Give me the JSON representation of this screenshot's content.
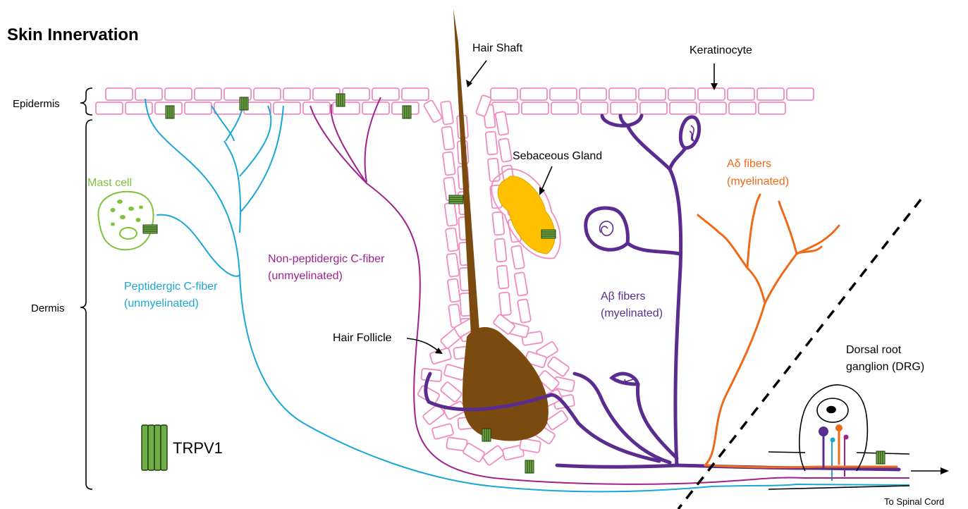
{
  "title": "Skin Innervation",
  "layers": {
    "epidermis": "Epidermis",
    "dermis": "Dermis"
  },
  "labels": {
    "hair_shaft": "Hair Shaft",
    "keratinocyte": "Keratinocyte",
    "sebaceous_gland": "Sebaceous Gland",
    "mast_cell": "Mast cell",
    "hair_follicle": "Hair Follicle",
    "peptidergic_line1": "Peptidergic C-fiber",
    "peptidergic_line2": "(unmyelinated)",
    "nonpeptidergic_line1": "Non-peptidergic C-fiber",
    "nonpeptidergic_line2": "(unmyelinated)",
    "abeta_line1": "Aβ fibers",
    "abeta_line2": "(myelinated)",
    "adelta_line1": "Aδ fibers",
    "adelta_line2": "(myelinated)",
    "drg_line1": "Dorsal root",
    "drg_line2": "ganglion (DRG)",
    "to_spinal_cord": "To Spinal Cord"
  },
  "legend": {
    "trpv1": "TRPV1"
  },
  "colors": {
    "keratinocyte_outline": "#f08cc0",
    "peptidergic": "#1aa7d6",
    "nonpeptidergic": "#a0228f",
    "abeta": "#5b2c8f",
    "adelta": "#ee6a18",
    "mast_cell": "#7dc33b",
    "hair": "#7b4a0f",
    "sebaceous": "#ffc000",
    "trpv1": "#70ad47"
  }
}
